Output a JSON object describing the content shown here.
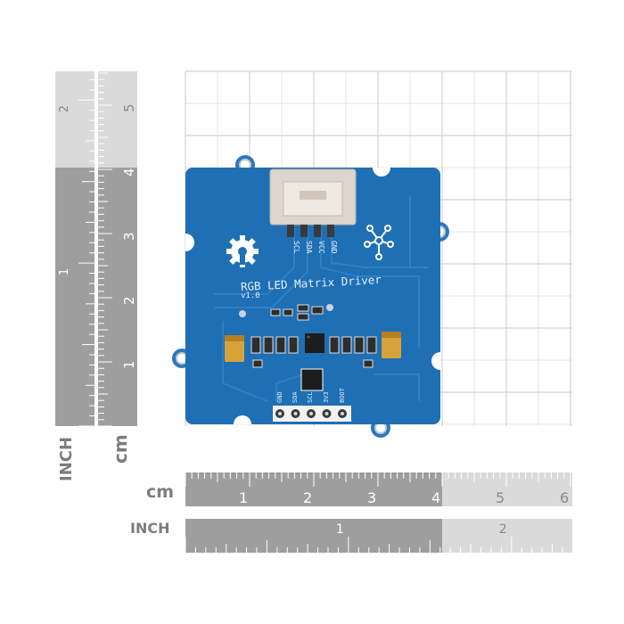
{
  "rulers": {
    "cm_label": "cm",
    "inch_label": "INCH",
    "bottom_cm_ticks": [
      "1",
      "2",
      "3",
      "4",
      "5",
      "6"
    ],
    "bottom_inch_ticks": [
      "1",
      "2"
    ],
    "left_cm_ticks": [
      "5",
      "4",
      "3",
      "2",
      "1"
    ],
    "left_inch_ticks": [
      "2",
      "1"
    ]
  },
  "board": {
    "title": "RGB LED Matrix Driver",
    "version": "v1.0",
    "top_pins": [
      "SCL",
      "SDA",
      "VCC",
      "GND"
    ],
    "bottom_pins": [
      "GND",
      "SDA",
      "SCL",
      "3V3",
      "BOOT"
    ]
  },
  "colors": {
    "pcb_blue": "#1f6fb5",
    "ruler_dark": "#9a9a9a",
    "ruler_light": "#d6d6d6",
    "connector": "#ddd6cc"
  }
}
